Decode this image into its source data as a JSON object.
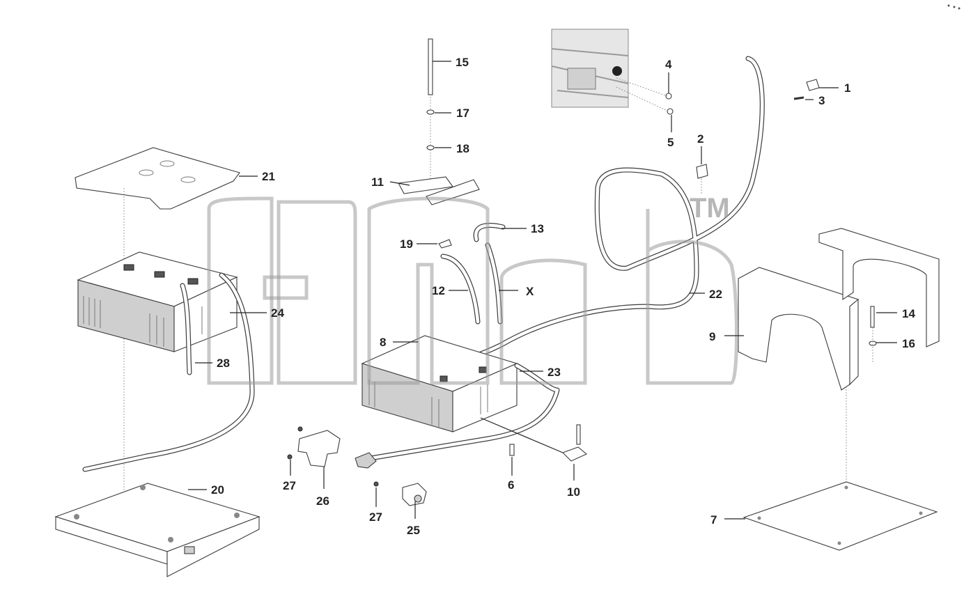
{
  "callouts": [
    "1",
    "2",
    "3",
    "4",
    "5",
    "6",
    "7",
    "8",
    "9",
    "10",
    "11",
    "12",
    "13",
    "14",
    "15",
    "16",
    "17",
    "18",
    "19",
    "20",
    "21",
    "22",
    "23",
    "24",
    "25",
    "26",
    "27",
    "27",
    "28",
    "X"
  ],
  "watermark": {
    "mark": "TM"
  }
}
